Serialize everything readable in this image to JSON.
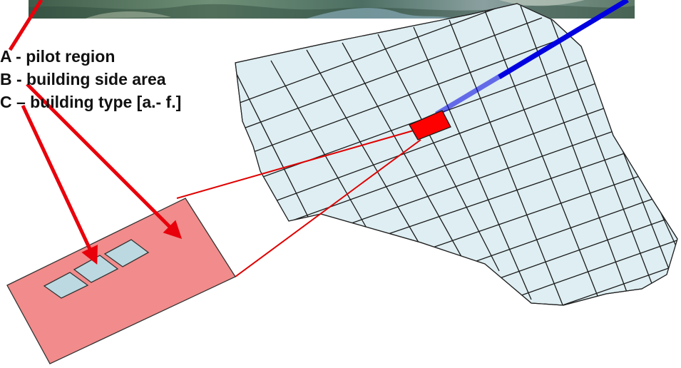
{
  "legend": {
    "line_a": "A - pilot region",
    "line_b": "B - building side area",
    "line_c": "C – building type [a.- f.]"
  },
  "colors": {
    "region_fill": "#deeef2",
    "parcel_fill": "#f28b8b",
    "highlight": "#ff0000",
    "arrow": "#e8000b",
    "connector": "#e00000",
    "blue_line": "#0000e0",
    "building_fill": "#bcd9e1",
    "street": "#1a1a1a"
  },
  "icons": [
    "aerial-photo-strip",
    "pilot-region-map",
    "street-grid",
    "building-parcel",
    "building-footprint",
    "red-arrow",
    "blue-pointer-line"
  ]
}
